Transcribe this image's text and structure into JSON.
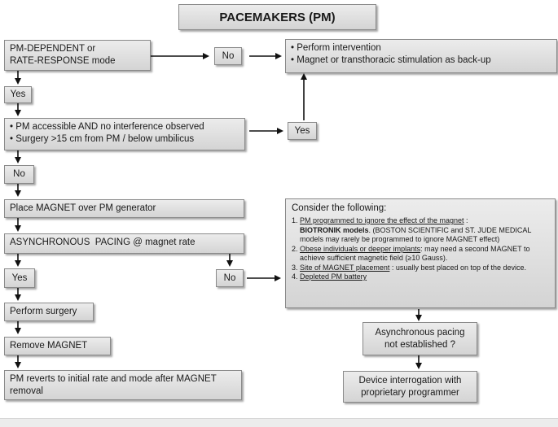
{
  "title": "PACEMAKERS (PM)",
  "boxes": {
    "pm_dependent": [
      "PM-DEPENDENT or",
      "RATE-RESPONSE mode"
    ],
    "no_top": "No",
    "perform_intervention": [
      "Perform intervention",
      "Magnet or transthoracic stimulation as back-up"
    ],
    "yes_first": "Yes",
    "accessible": [
      "PM accessible AND no interference observed",
      "Surgery >15 cm from PM / below umbilicus"
    ],
    "yes_right": "Yes",
    "no_mid": "No",
    "place_magnet": "Place MAGNET over PM generator",
    "async_pacing": "ASYNCHRONOUS  PACING @ magnet rate",
    "yes_lower": "Yes",
    "no_lower": "No",
    "perform_surgery": "Perform surgery",
    "remove_magnet": "Remove MAGNET",
    "pm_reverts": [
      "PM reverts to initial rate and mode after MAGNET",
      "removal"
    ],
    "async_not_established": [
      "Asynchronous pacing",
      "not established ?"
    ],
    "device_interrogation": [
      "Device interrogation with",
      "proprietary programmer"
    ]
  },
  "consider": {
    "heading": "Consider the following:",
    "item1_num": "1.",
    "item1_u": "PM programmed to ignore the effect of the magnet",
    "item1_tail": " :",
    "item1_b": "BIOTRONIK models",
    "item1_rest_a": ". (BOSTON SCIENTIFIC and ST. JUDE MEDICAL",
    "item1_rest_b": "models may  rarely be programmed to ignore MAGNET effect)",
    "item2_num": "2.",
    "item2_u": "Obese individuals or deeper implants",
    "item2_rest_a": ": may need a second MAGNET to",
    "item2_rest_b": "achieve sufficient magnetic field (≥10 Gauss).",
    "item3_num": "3.",
    "item3_u": "Site of MAGNET placement",
    "item3_rest": " : usually best placed on top of the device.",
    "item4_num": "4.",
    "item4_u": "Depleted PM battery"
  }
}
